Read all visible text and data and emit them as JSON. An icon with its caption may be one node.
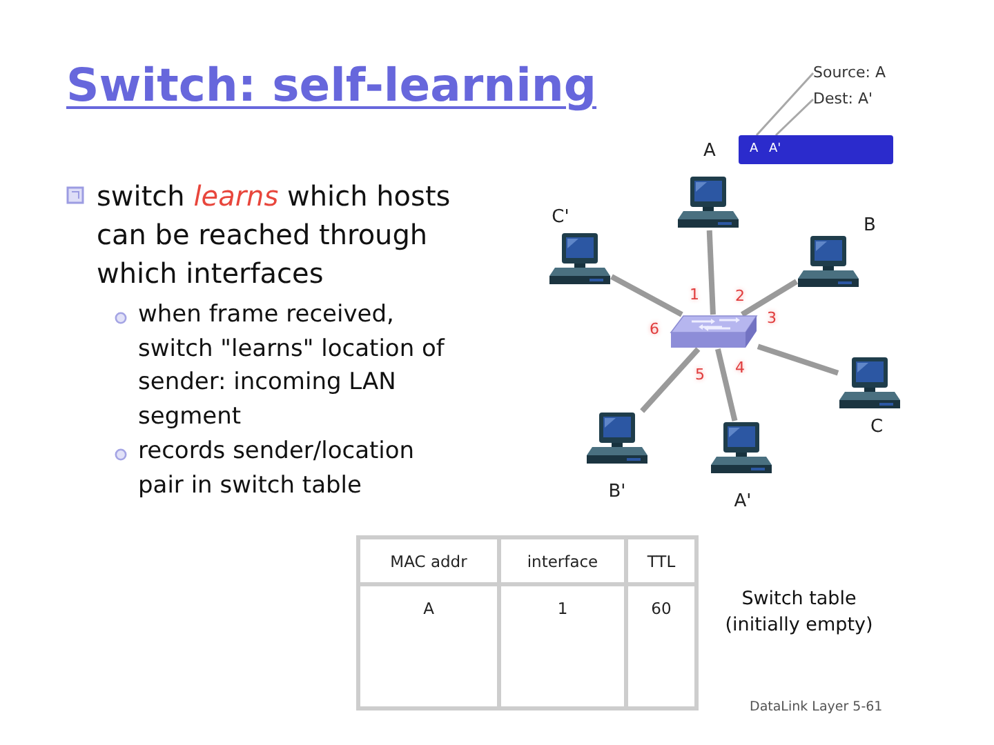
{
  "diagram": {
    "title": "Switch: self-learning",
    "nodes": [
      {
        "text": [
          "Source: A"
        ]
      },
      {
        "text": [
          "Dest: A'"
        ]
      },
      {
        "text": [
          "A",
          "A'"
        ]
      },
      {
        "text": [
          "A"
        ]
      },
      {
        "text": [
          "C'"
        ]
      },
      {
        "text": [
          "B"
        ]
      },
      {
        "text": [],
        "shape": "picture"
      },
      {
        "text": [
          "C"
        ]
      },
      {
        "text": [
          "B'"
        ]
      },
      {
        "text": [
          "A'"
        ]
      }
    ],
    "edges": [
      {
        "from": 0,
        "to": 2,
        "arrow": "none"
      },
      {
        "from": 1,
        "to": 2,
        "arrow": "none"
      },
      {
        "from": 3,
        "to": 6,
        "arrow": "none",
        "label": "1"
      },
      {
        "from": 5,
        "to": 6,
        "arrow": "none",
        "label": "2"
      },
      {
        "from": 7,
        "to": 6,
        "arrow": "none",
        "label": "3"
      },
      {
        "from": 9,
        "to": 6,
        "arrow": "none",
        "label": "4"
      },
      {
        "from": 8,
        "to": 6,
        "arrow": "none",
        "label": "5"
      },
      {
        "from": 4,
        "to": 6,
        "arrow": "none",
        "label": "6"
      }
    ],
    "labels": [
      "switch *learns* which hosts can be reached through which interfaces",
      "when frame received, switch \"learns\" location of sender: incoming LAN segment",
      "records sender/location pair in switch table",
      "MAC addr",
      "interface",
      "TTL",
      "A",
      "1",
      "60",
      "Switch table (initially empty)",
      "DataLink Layer 5-61"
    ]
  }
}
